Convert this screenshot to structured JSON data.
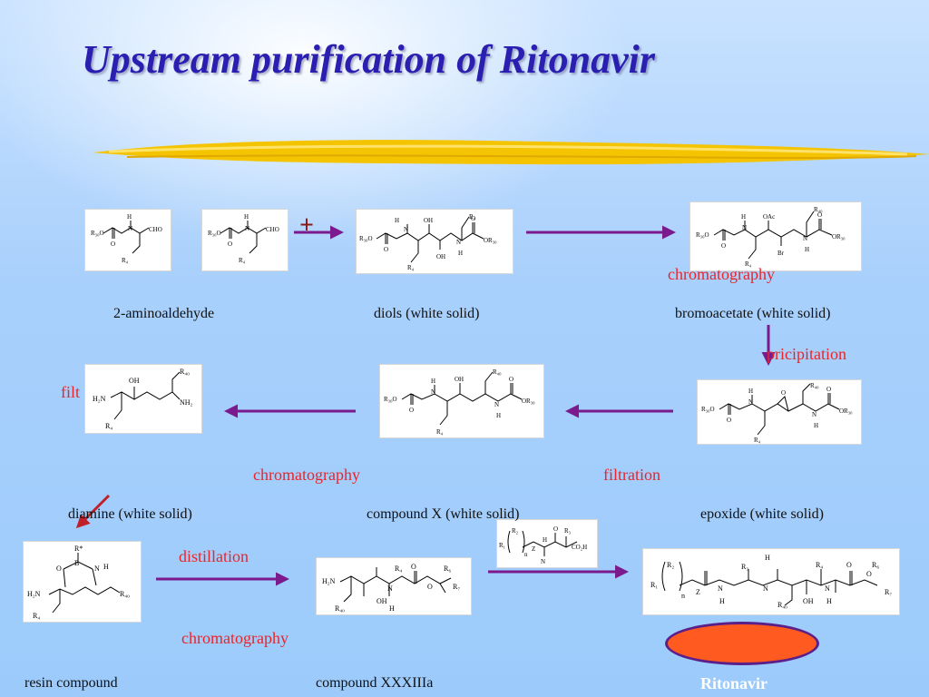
{
  "slide": {
    "title": "Upstream purification of Ritonavir",
    "plus_sign": "+"
  },
  "compounds": {
    "c1": "2-aminoaldehyde",
    "c2": "diols (white solid)",
    "c3": "bromoacetate (white solid)",
    "c4": "diamine (white solid)",
    "c5": "compound X (white solid)",
    "c6": "epoxide (white solid)",
    "c7": "resin compound",
    "c8": "compound XXXIIIa",
    "c9": "Ritonavir"
  },
  "steps": {
    "s1": "chromatography",
    "s2": "pricipitation",
    "s3": "filt",
    "s4": "chromatography",
    "s5": "filtration",
    "s6": "distillation",
    "s7": "chromatography"
  },
  "colors": {
    "title": "#2a1fb0",
    "arrow": "#7a1a8c",
    "step_text": "#e8262a",
    "highlight_oval": "#ff5a1f"
  }
}
